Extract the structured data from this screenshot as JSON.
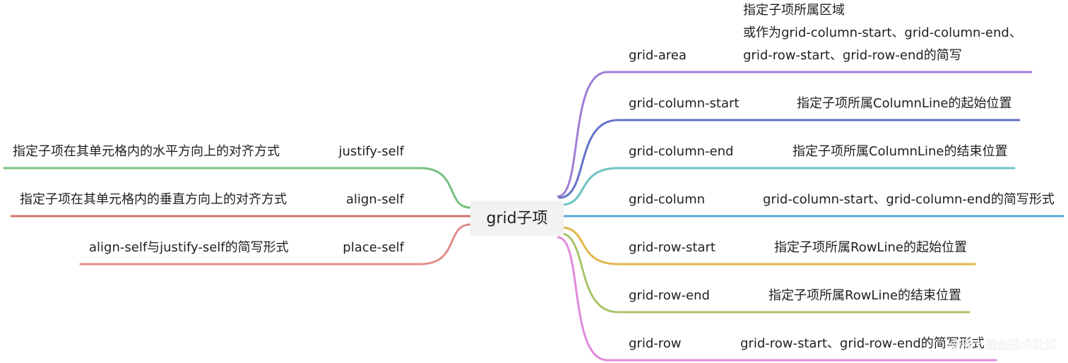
{
  "central_topic": "grid子项",
  "colors": {
    "center_bg": "#f2f2f2",
    "grid_area": "#a07ed6",
    "grid_column_start": "#6573c8",
    "grid_column_end": "#6cc3c0",
    "grid_column": "#58a9d8",
    "grid_row_start": "#e2b64a",
    "grid_row_end": "#a8c46a",
    "grid_row": "#e08adb",
    "justify_self": "#77c07f",
    "align_self": "#cf766d",
    "place_self": "#e38b8b"
  },
  "right_branches": [
    {
      "key": "grid_area",
      "label": "grid-area",
      "description_lines": [
        "指定子项所属区域",
        "或作为grid-column-start、grid-column-end、",
        "grid-row-start、grid-row-end的简写"
      ]
    },
    {
      "key": "grid_column_start",
      "label": "grid-column-start",
      "description_lines": [
        "指定子项所属ColumnLine的起始位置"
      ]
    },
    {
      "key": "grid_column_end",
      "label": "grid-column-end",
      "description_lines": [
        "指定子项所属ColumnLine的结束位置"
      ]
    },
    {
      "key": "grid_column",
      "label": "grid-column",
      "description_lines": [
        "grid-column-start、grid-column-end的简写形式"
      ]
    },
    {
      "key": "grid_row_start",
      "label": "grid-row-start",
      "description_lines": [
        "指定子项所属RowLine的起始位置"
      ]
    },
    {
      "key": "grid_row_end",
      "label": "grid-row-end",
      "description_lines": [
        "指定子项所属RowLine的结束位置"
      ]
    },
    {
      "key": "grid_row",
      "label": "grid-row",
      "description_lines": [
        "grid-row-start、grid-row-end的简写形式"
      ]
    }
  ],
  "left_branches": [
    {
      "key": "justify_self",
      "label": "justify-self",
      "description_lines": [
        "指定子项在其单元格内的水平方向上的对齐方式"
      ]
    },
    {
      "key": "align_self",
      "label": "align-self",
      "description_lines": [
        "指定子项在其单元格内的垂直方向上的对齐方式"
      ]
    },
    {
      "key": "place_self",
      "label": "place-self",
      "description_lines": [
        "align-self与justify-self的简写形式"
      ]
    }
  ],
  "watermark": "@稀土掘金技术社区"
}
